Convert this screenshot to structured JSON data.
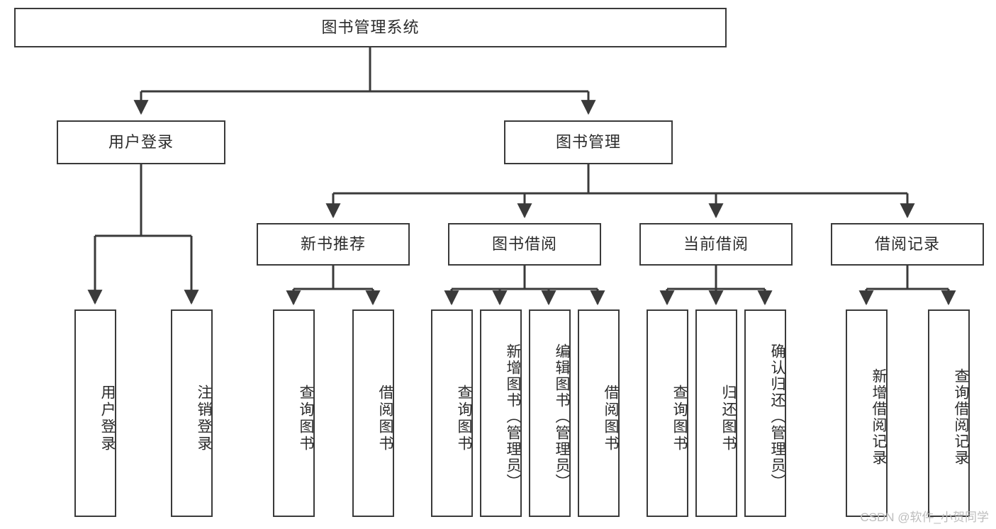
{
  "diagram": {
    "type": "tree-hierarchy",
    "title": "图书管理系统",
    "root": {
      "id": "root",
      "label": "图书管理系统",
      "level": 0
    },
    "levels": [
      {
        "level": 1,
        "nodes": [
          {
            "id": "user-login",
            "label": "用户登录"
          },
          {
            "id": "book-manage",
            "label": "图书管理"
          }
        ]
      },
      {
        "level": 2,
        "nodes": [
          {
            "id": "new-book-recommend",
            "label": "新书推荐",
            "parent": "book-manage"
          },
          {
            "id": "book-borrow",
            "label": "图书借阅",
            "parent": "book-manage"
          },
          {
            "id": "current-borrow",
            "label": "当前借阅",
            "parent": "book-manage"
          },
          {
            "id": "borrow-record",
            "label": "借阅记录",
            "parent": "book-manage"
          }
        ]
      },
      {
        "level": 3,
        "nodes": [
          {
            "id": "leaf-user-login",
            "label": "用户登录",
            "parent": "user-login"
          },
          {
            "id": "leaf-user-logout",
            "label": "注销登录",
            "parent": "user-login"
          },
          {
            "id": "leaf-query-book-1",
            "label": "查询图书",
            "parent": "new-book-recommend"
          },
          {
            "id": "leaf-borrow-book-1",
            "label": "借阅图书",
            "parent": "new-book-recommend"
          },
          {
            "id": "leaf-query-book-2",
            "label": "查询图书",
            "parent": "book-borrow"
          },
          {
            "id": "leaf-add-book",
            "label": "新增图书（管理员）",
            "parent": "book-borrow"
          },
          {
            "id": "leaf-edit-book",
            "label": "编辑图书（管理员）",
            "parent": "book-borrow"
          },
          {
            "id": "leaf-borrow-book-2",
            "label": "借阅图书",
            "parent": "book-borrow"
          },
          {
            "id": "leaf-query-book-3",
            "label": "查询图书",
            "parent": "current-borrow"
          },
          {
            "id": "leaf-return-book",
            "label": "归还图书",
            "parent": "current-borrow"
          },
          {
            "id": "leaf-confirm-return",
            "label": "确认归还（管理员）",
            "parent": "current-borrow"
          },
          {
            "id": "leaf-add-record",
            "label": "新增借阅记录",
            "parent": "borrow-record"
          },
          {
            "id": "leaf-query-record",
            "label": "查询借阅记录",
            "parent": "borrow-record"
          }
        ]
      }
    ]
  },
  "watermark": {
    "text": "CSDN @软件_小贺同学"
  },
  "colors": {
    "stroke": "#3a3a3a",
    "background": "#ffffff",
    "text": "#2b2b2b",
    "watermark": "#bdbdbd"
  }
}
